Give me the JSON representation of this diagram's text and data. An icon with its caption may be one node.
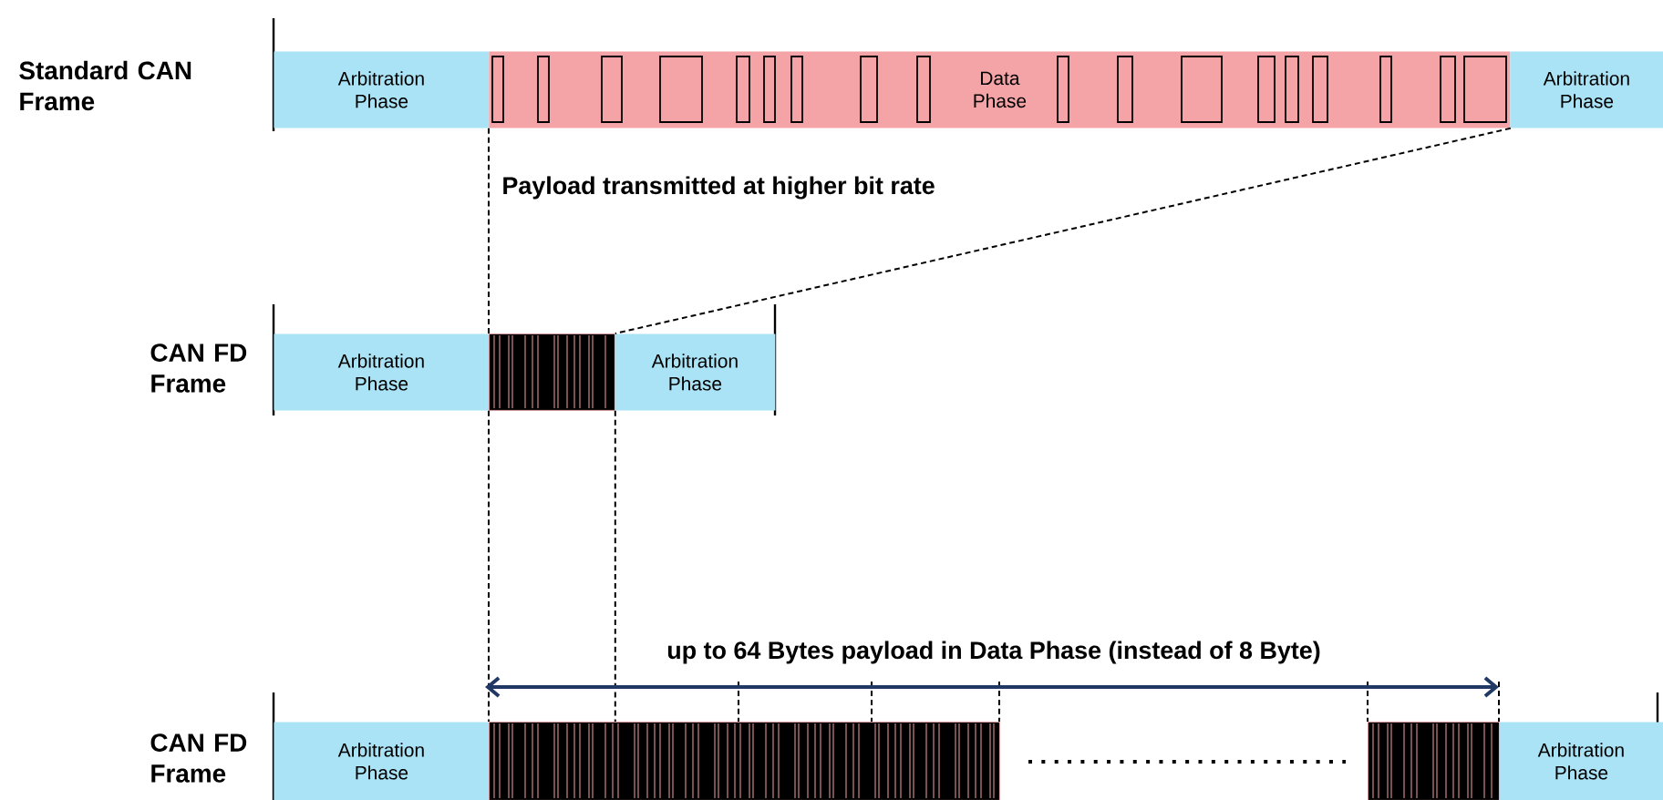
{
  "diagram": {
    "nodes": [
      {
        "text": [
          "Arbitration Phase"
        ]
      },
      {
        "text": [
          "Data Phase"
        ]
      },
      {
        "text": [
          "Arbitration Phase"
        ]
      },
      {
        "text": [
          "Arbitration Phase"
        ]
      },
      {
        "text": [],
        "shape": "bar"
      },
      {
        "text": [
          "Arbitration Phase"
        ]
      },
      {
        "text": [
          "Arbitration Phase"
        ]
      },
      {
        "text": [],
        "shape": "bar"
      },
      {
        "text": [],
        "shape": "bar"
      },
      {
        "text": [
          "Arbitration Phase"
        ]
      }
    ],
    "edges": [
      {
        "from": 1,
        "to": 4,
        "arrow": "none",
        "style": "dashed"
      },
      {
        "from": 1,
        "to": 4,
        "arrow": "none",
        "style": "dashed"
      },
      {
        "from": 4,
        "to": 7,
        "arrow": "none",
        "style": "dashed"
      },
      {
        "from": 4,
        "to": 7,
        "arrow": "none",
        "style": "dashed"
      }
    ],
    "labels": [
      "Standard CAN Frame",
      "Payload transmitted at higher bit rate",
      "CAN FD Frame",
      "up to 64 Bytes payload in Data Phase (instead of 8 Byte)",
      "CAN FD Frame"
    ]
  }
}
